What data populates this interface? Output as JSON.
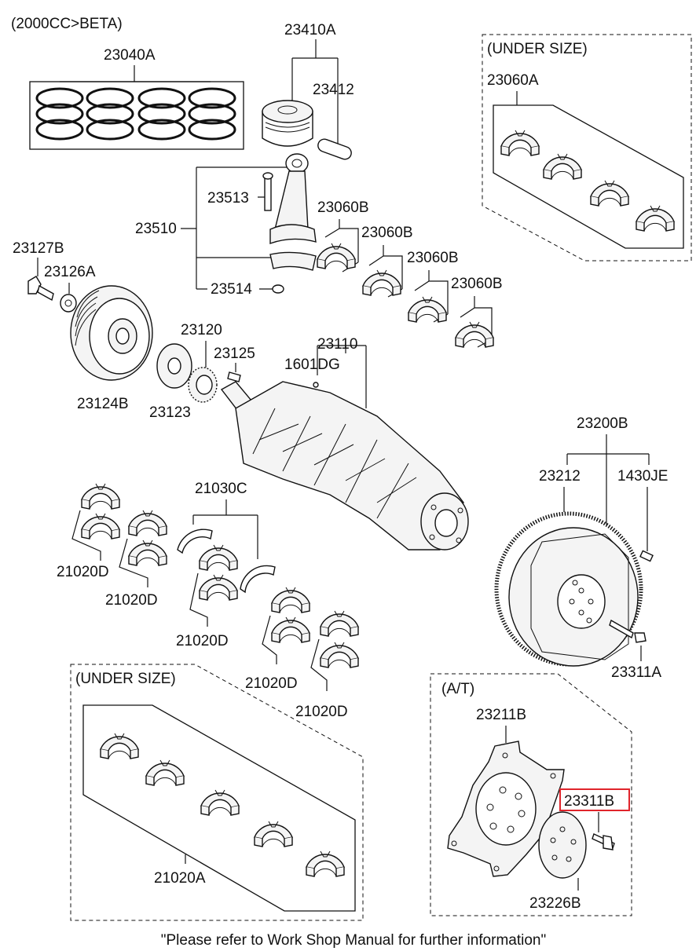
{
  "header": {
    "engine_note": "(2000CC>BETA)"
  },
  "footer": {
    "note": "\"Please refer to Work Shop Manual for further information\""
  },
  "groups": {
    "upper_under_size": "(UNDER SIZE)",
    "lower_under_size": "(UNDER SIZE)",
    "automatic_transmission": "(A/T)"
  },
  "parts": {
    "p23040A": "23040A",
    "p23410A": "23410A",
    "p23412": "23412",
    "p23513": "23513",
    "p23510": "23510",
    "p23514": "23514",
    "p23060B_1": "23060B",
    "p23060B_2": "23060B",
    "p23060B_3": "23060B",
    "p23060B_4": "23060B",
    "p23060A": "23060A",
    "p23127B": "23127B",
    "p23126A": "23126A",
    "p23124B": "23124B",
    "p23120": "23120",
    "p23125": "23125",
    "p23123": "23123",
    "p23110": "23110",
    "p1601DG": "1601DG",
    "p23200B": "23200B",
    "p23212": "23212",
    "p1430JE": "1430JE",
    "p23311A": "23311A",
    "p21030C": "21030C",
    "p21020D_1": "21020D",
    "p21020D_2": "21020D",
    "p21020D_3": "21020D",
    "p21020D_4": "21020D",
    "p21020D_5": "21020D",
    "p21020A": "21020A",
    "p23211B": "23211B",
    "p23311B": "23311B",
    "p23226B": "23226B"
  },
  "highlight": {
    "part": "23311B",
    "color": "#e0242b"
  }
}
